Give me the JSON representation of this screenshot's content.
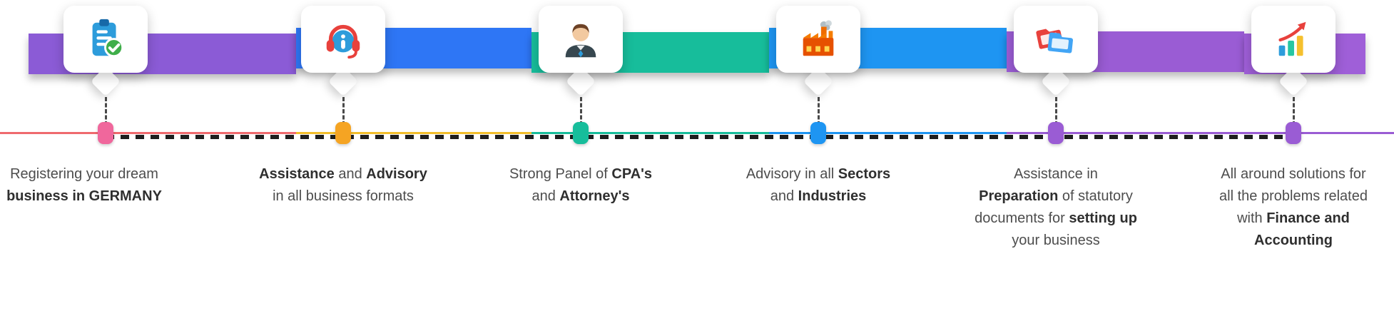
{
  "timeline": {
    "dash_color": "#1e1e1e",
    "connector_color": "#4a4a4a",
    "card_background": "#ffffff"
  },
  "steps": [
    {
      "id": 1,
      "icon": "clipboard-check-icon",
      "ribbon_color": "#8B5BD6",
      "marker_color": "#F0679C",
      "line_color": "#EF6A6E",
      "lines": [
        [
          {
            "text": "Registering your dream",
            "bold": false
          }
        ],
        [
          {
            "text": "business in GERMANY",
            "bold": true
          }
        ]
      ]
    },
    {
      "id": 2,
      "icon": "support-headset-info-icon",
      "ribbon_color": "#2E76F5",
      "marker_color": "#F5A423",
      "line_color": "#F2BE2B",
      "lines": [
        [
          {
            "text": "Assistance",
            "bold": true
          },
          {
            "text": " and ",
            "bold": false
          },
          {
            "text": "Advisory",
            "bold": true
          }
        ],
        [
          {
            "text": "in all business formats",
            "bold": false
          }
        ]
      ]
    },
    {
      "id": 3,
      "icon": "businessman-icon",
      "ribbon_color": "#17BD9B",
      "marker_color": "#17BD9B",
      "line_color": "#17BD9B",
      "lines": [
        [
          {
            "text": "Strong Panel of ",
            "bold": false
          },
          {
            "text": "CPA's",
            "bold": true
          }
        ],
        [
          {
            "text": "and ",
            "bold": false
          },
          {
            "text": "Attorney's",
            "bold": true
          }
        ]
      ]
    },
    {
      "id": 4,
      "icon": "factory-icon",
      "ribbon_color": "#1E95F2",
      "marker_color": "#1E95F2",
      "line_color": "#1E95F2",
      "lines": [
        [
          {
            "text": "Advisory in all ",
            "bold": false
          },
          {
            "text": "Sectors",
            "bold": true
          }
        ],
        [
          {
            "text": "and ",
            "bold": false
          },
          {
            "text": "Industries",
            "bold": true
          }
        ]
      ]
    },
    {
      "id": 5,
      "icon": "document-folders-icon",
      "ribbon_color": "#9A5CD4",
      "marker_color": "#9A5CD4",
      "line_color": "#9A5CD4",
      "lines": [
        [
          {
            "text": "Assistance in",
            "bold": false
          }
        ],
        [
          {
            "text": "Preparation",
            "bold": true
          },
          {
            "text": " of statutory",
            "bold": false
          }
        ],
        [
          {
            "text": "documents for ",
            "bold": false
          },
          {
            "text": "setting up",
            "bold": true
          }
        ],
        [
          {
            "text": "your business",
            "bold": false
          }
        ]
      ]
    },
    {
      "id": 6,
      "icon": "growth-chart-icon",
      "ribbon_color": "#9F5FD8",
      "marker_color": "#9A5CD4",
      "line_color": "#9A5CD4",
      "lines": [
        [
          {
            "text": "All around solutions for",
            "bold": false
          }
        ],
        [
          {
            "text": "all the problems related",
            "bold": false
          }
        ],
        [
          {
            "text": "with ",
            "bold": false
          },
          {
            "text": "Finance and",
            "bold": true
          }
        ],
        [
          {
            "text": "Accounting",
            "bold": true
          }
        ]
      ]
    }
  ]
}
